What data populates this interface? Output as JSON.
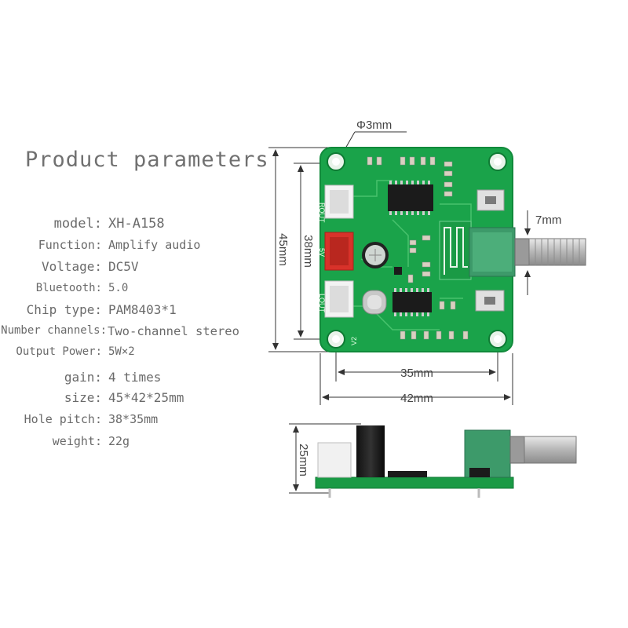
{
  "title": "Product parameters",
  "params": [
    {
      "label": "model:",
      "value": "XH-A158"
    },
    {
      "label": "Function:",
      "value": "Amplify audio"
    },
    {
      "label": "Voltage:",
      "value": "DC5V"
    },
    {
      "label": "Bluetooth:",
      "value": "5.0"
    },
    {
      "label": "Chip type:",
      "value": "PAM8403*1"
    },
    {
      "label": "Number channels:",
      "value": "Two-channel stereo"
    },
    {
      "label": "Output Power:",
      "value": "5W×2"
    },
    {
      "label": "gain:",
      "value": "4 times"
    },
    {
      "label": "size:",
      "value": "45*42*25mm"
    },
    {
      "label": "Hole pitch:",
      "value": "38*35mm"
    },
    {
      "label": "weight:",
      "value": "22g"
    }
  ],
  "dimensions": {
    "hole": "Φ3mm",
    "knob": "7mm",
    "height_outer": "45mm",
    "height_holes": "38mm",
    "width_holes": "35mm",
    "width_outer": "42mm",
    "side_height": "25mm"
  },
  "board": {
    "silk_rout": "ROUT",
    "silk_5v": "5V",
    "silk_lout": "LOUT",
    "silk_version": "V2",
    "pcb_color": "#1aa34a",
    "connector_red": "#d8322a"
  }
}
